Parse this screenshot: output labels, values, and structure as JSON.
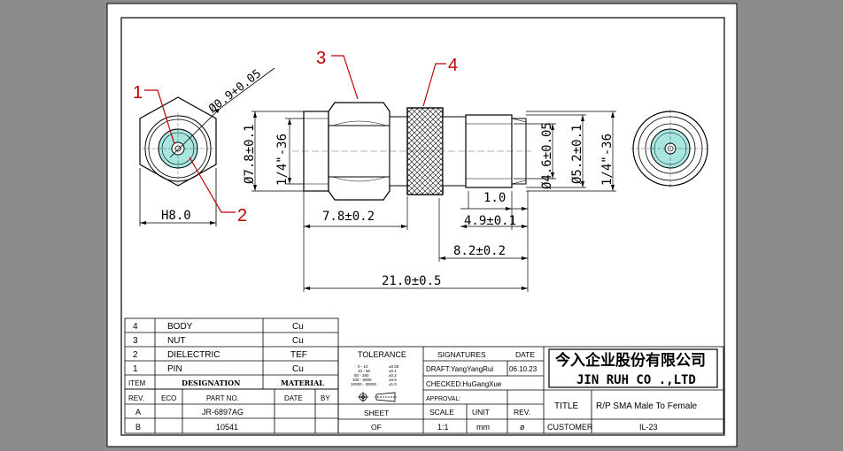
{
  "drawing": {
    "callouts": [
      "1",
      "2",
      "3",
      "4"
    ],
    "dimensions": {
      "pin_dia": "Ø0.9+0.05",
      "hex": "H8.0",
      "body_dia": "Ø7.8±0.1",
      "thread_left": "1/4\"-36",
      "len_body": "7.8±0.2",
      "len_1": "1.0",
      "len_4_9": "4.9±0.1",
      "len_8_2": "8.2±0.2",
      "len_total": "21.0±0.5",
      "dia_4_6": "Ø4.6±0.05",
      "dia_5_2": "Ø5.2±0.1",
      "thread_right": "1/4\"-36"
    }
  },
  "bom": {
    "rows": [
      {
        "item": "4",
        "name": "BODY",
        "material": "Cu"
      },
      {
        "item": "3",
        "name": "NUT",
        "material": "Cu"
      },
      {
        "item": "2",
        "name": "DIELECTRIC",
        "material": "TEF"
      },
      {
        "item": "1",
        "name": "PIN",
        "material": "Cu"
      }
    ],
    "headers": {
      "item": "ITEM",
      "designation": "DESIGNATION",
      "material": "MATERIAL"
    }
  },
  "revisions": {
    "headers": {
      "rev": "REV.",
      "eco": "ECO",
      "part_no": "PART NO.",
      "date": "DATE",
      "by": "BY"
    },
    "rows": [
      {
        "rev": "A",
        "part_no": "JR-6897AG"
      },
      {
        "rev": "B",
        "part_no": "10541"
      }
    ]
  },
  "title_block": {
    "tolerance_label": "TOLERANCE",
    "tolerance_rows": [
      {
        "range": "0 - 10",
        "value": "±0.05"
      },
      {
        "range": "10 - 50",
        "value": "±0.1"
      },
      {
        "range": "50 - 250",
        "value": "±0.2"
      },
      {
        "range": "100 - 5000",
        "value": "±0.5"
      },
      {
        "range": "10000 - 30000",
        "value": "±1.0"
      }
    ],
    "signatures_label": "SIGNATURES",
    "date_label": "DATE",
    "draft": "DRAFT:YangYangRui",
    "draft_date": "06.10.23",
    "checked": "CHECKED:HuGangXue",
    "approval": "APPROVAL:",
    "company_cn": "今入企业股份有限公司",
    "company_en": "JIN  RUH  CO .,LTD",
    "sheet_label": "SHEET",
    "sheet_value": "OF",
    "scale_label": "SCALE",
    "scale_value": "1:1",
    "unit_label": "UNIT",
    "unit_value": "mm",
    "rev_label": "REV.",
    "rev_value": "ø",
    "title_label": "TITLE",
    "title_value": "R/P SMA Male To Female",
    "customer_label": "CUSTOMER",
    "customer_value": "IL-23"
  },
  "colors": {
    "background": "#8c8c8c",
    "paper": "#ffffff",
    "dielectric": "#a8e6df",
    "callout": "#c00000",
    "lines": "#000000"
  }
}
